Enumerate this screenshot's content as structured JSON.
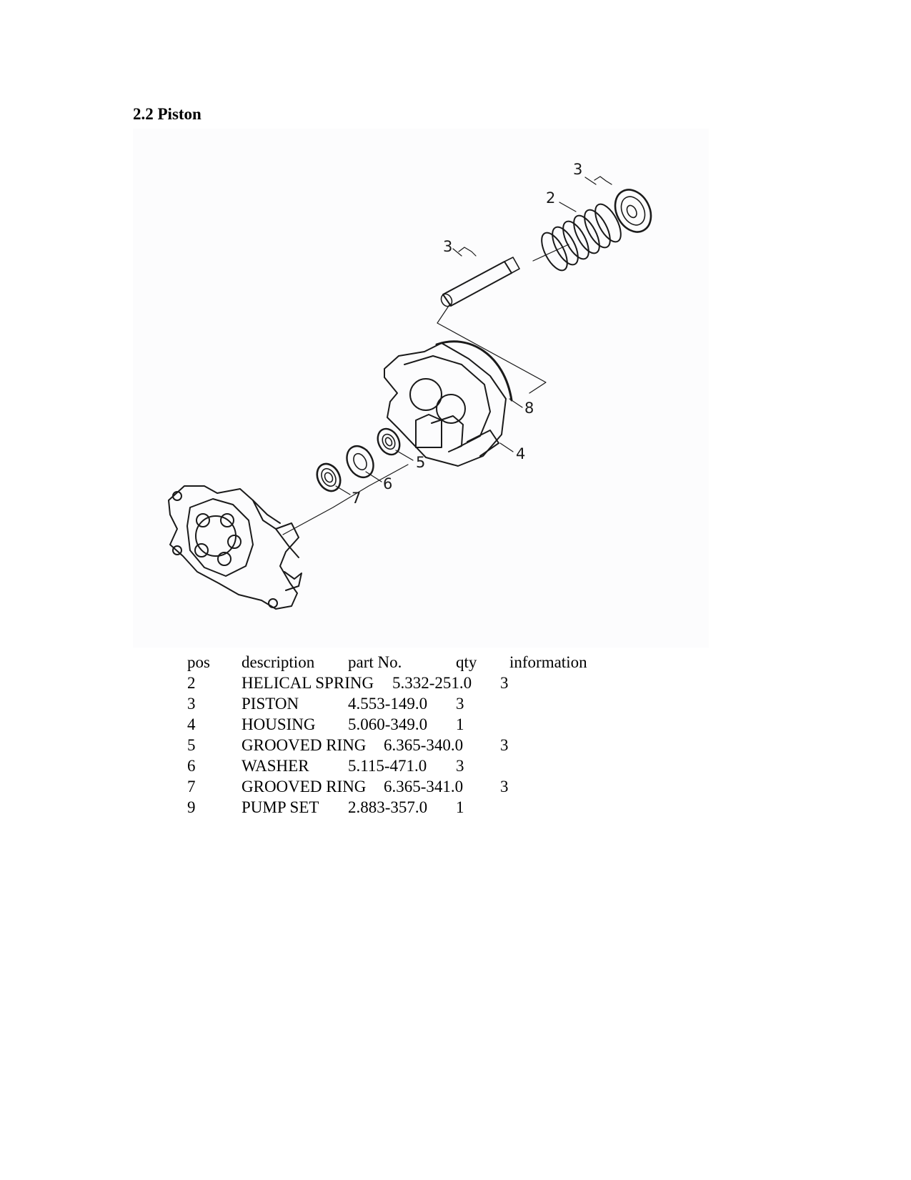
{
  "section": {
    "title": "2.2 Piston"
  },
  "drawing": {
    "callouts": [
      "3",
      "2",
      "3",
      "8",
      "4",
      "5",
      "6",
      "7"
    ]
  },
  "parts_table": {
    "headers": [
      "pos",
      "description",
      "part No.",
      "qty",
      "information"
    ],
    "rows": [
      {
        "pos": "2",
        "description": "HELICAL SPRING",
        "part_no": "5.332-251.0",
        "qty": "3"
      },
      {
        "pos": "3",
        "description": "PISTON",
        "part_no": "4.553-149.0",
        "qty": "3"
      },
      {
        "pos": "4",
        "description": "HOUSING",
        "part_no": "5.060-349.0",
        "qty": "1"
      },
      {
        "pos": "5",
        "description": "GROOVED RING",
        "part_no": "6.365-340.0",
        "qty": "3"
      },
      {
        "pos": "6",
        "description": "WASHER",
        "part_no": "5.115-471.0",
        "qty": "3"
      },
      {
        "pos": "7",
        "description": "GROOVED RING",
        "part_no": "6.365-341.0",
        "qty": "3"
      },
      {
        "pos": "9",
        "description": "PUMP SET",
        "part_no": "2.883-357.0",
        "qty": "1"
      }
    ]
  }
}
